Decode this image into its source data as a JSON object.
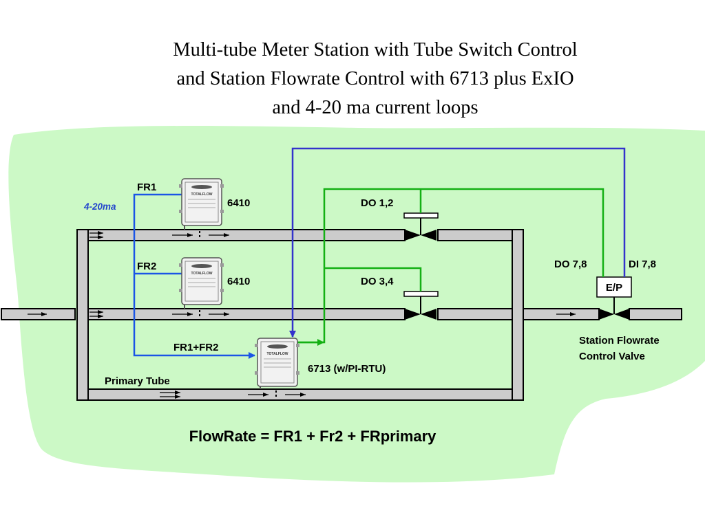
{
  "title": {
    "line1": "Multi-tube Meter Station with Tube Switch Control",
    "line2": "and Station Flowrate Control  with 6713 plus ExIO",
    "line3": "and 4-20 ma current loops"
  },
  "labels": {
    "signal_type": "4-20ma",
    "fr1": "FR1",
    "fr2": "FR2",
    "fr1_fr2": "FR1+FR2",
    "meter1_model": "6410",
    "meter2_model": "6410",
    "rtu_model": "6713 (w/PI-RTU)",
    "do_1_2": "DO 1,2",
    "do_3_4": "DO 3,4",
    "do_7_8": "DO 7,8",
    "di_7_8": "DI 7,8",
    "ep": "E/P",
    "control_valve_line1": "Station Flowrate",
    "control_valve_line2": "Control Valve",
    "primary_tube": "Primary Tube",
    "device_brand": "TOTALFLOW"
  },
  "formula": "FlowRate = FR1 + Fr2 + FRprimary",
  "colors": {
    "background_blob": "#ccf9c6",
    "pipe_fill": "#cccccc",
    "current_loop": "#1a55e6",
    "di_signal": "#3333cc",
    "do_signal": "#14b014",
    "signal_label": "#2244cc"
  }
}
